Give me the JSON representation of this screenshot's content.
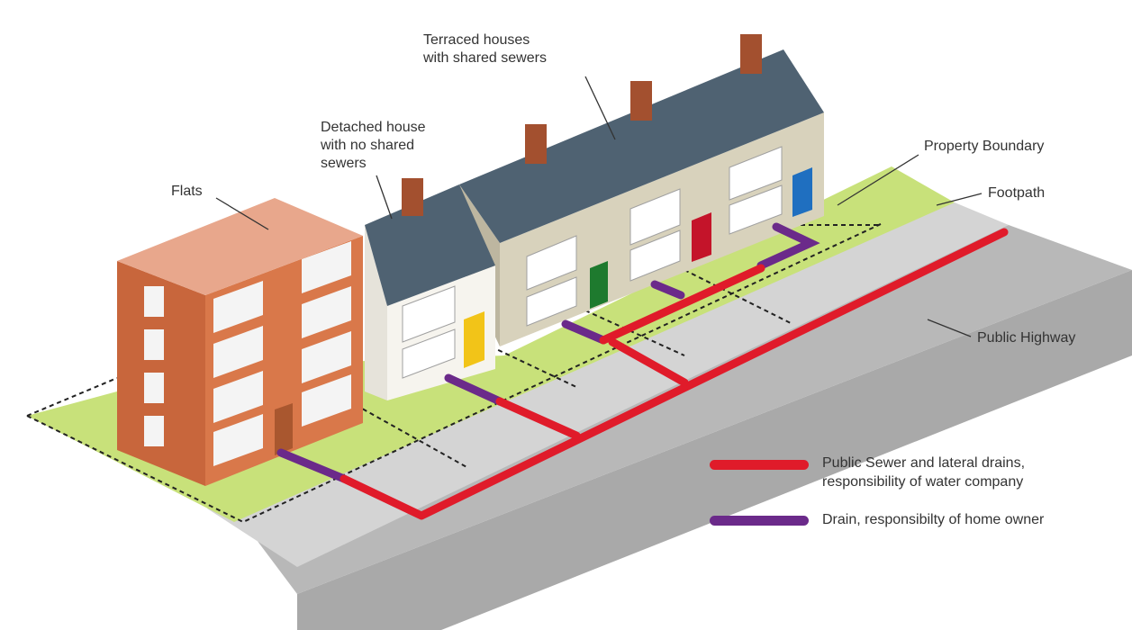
{
  "labels": {
    "terraced": "Terraced houses\nwith shared sewers",
    "detached": "Detached house\nwith no shared\nsewers",
    "flats": "Flats",
    "property_boundary": "Property Boundary",
    "footpath": "Footpath",
    "public_highway": "Public Highway"
  },
  "legend": {
    "public_sewer": {
      "text": "Public Sewer and lateral drains,\nresponsibility of water company",
      "color": "#e01b2a"
    },
    "drain": {
      "text": "Drain, responsibilty of home owner",
      "color": "#6b2a8a"
    }
  },
  "colors": {
    "grass": "#c8e17a",
    "footpath": "#d4d4d4",
    "road": "#a8a8a8",
    "roof": "#4f6272",
    "flats": "#d9784a",
    "terrace_wall": "#d8d2bc",
    "detached_wall": "#f6f4ee",
    "chimney": "#a3502f",
    "door_green": "#1e7a2e",
    "door_red": "#c4142a",
    "door_blue": "#1f6fc0",
    "door_yellow": "#f2c418"
  }
}
